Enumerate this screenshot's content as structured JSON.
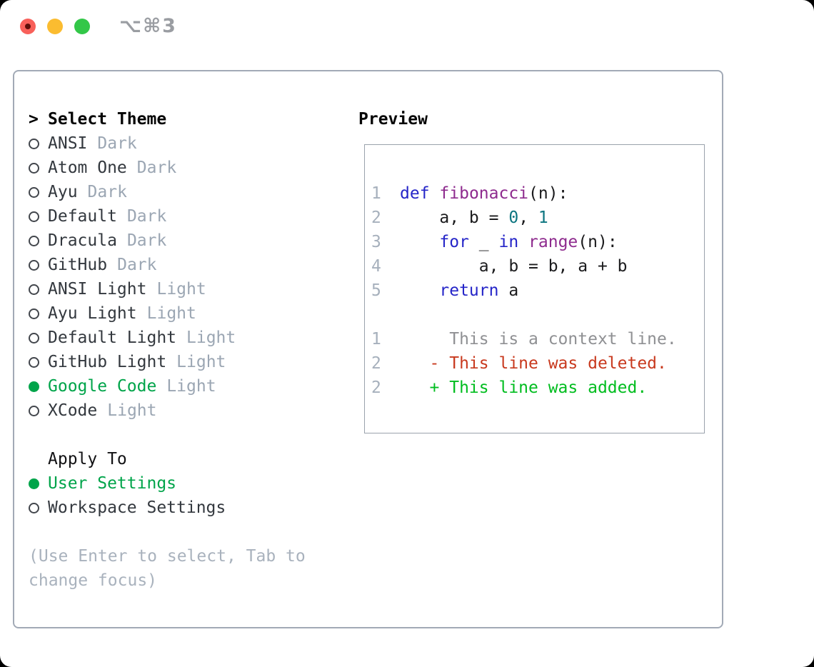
{
  "window": {
    "title": "⌥⌘3"
  },
  "left": {
    "header_prefix": ">",
    "header_label": "Select Theme",
    "themes": [
      {
        "name": "ANSI",
        "variant": "Dark",
        "selected": false
      },
      {
        "name": "Atom One",
        "variant": "Dark",
        "selected": false
      },
      {
        "name": "Ayu",
        "variant": "Dark",
        "selected": false
      },
      {
        "name": "Default",
        "variant": "Dark",
        "selected": false
      },
      {
        "name": "Dracula",
        "variant": "Dark",
        "selected": false
      },
      {
        "name": "GitHub",
        "variant": "Dark",
        "selected": false
      },
      {
        "name": "ANSI Light",
        "variant": "Light",
        "selected": false
      },
      {
        "name": "Ayu Light",
        "variant": "Light",
        "selected": false
      },
      {
        "name": "Default Light",
        "variant": "Light",
        "selected": false
      },
      {
        "name": "GitHub Light",
        "variant": "Light",
        "selected": false
      },
      {
        "name": "Google Code",
        "variant": "Light",
        "selected": true
      },
      {
        "name": "XCode",
        "variant": "Light",
        "selected": false
      }
    ],
    "apply_to": {
      "label": "Apply To",
      "options": [
        {
          "label": "User Settings",
          "selected": true
        },
        {
          "label": "Workspace Settings",
          "selected": false
        }
      ]
    },
    "hint": "(Use Enter to select, Tab to change focus)"
  },
  "preview": {
    "label": "Preview",
    "code_lines": [
      {
        "ln": "1",
        "tokens": [
          {
            "t": "def",
            "c": "kw"
          },
          {
            "t": " ",
            "c": "pln"
          },
          {
            "t": "fibonacci",
            "c": "fn"
          },
          {
            "t": "(n):",
            "c": "pln"
          }
        ]
      },
      {
        "ln": "2",
        "tokens": [
          {
            "t": "    a, b = ",
            "c": "pln"
          },
          {
            "t": "0",
            "c": "lit"
          },
          {
            "t": ", ",
            "c": "pln"
          },
          {
            "t": "1",
            "c": "lit"
          }
        ]
      },
      {
        "ln": "3",
        "tokens": [
          {
            "t": "    ",
            "c": "pln"
          },
          {
            "t": "for",
            "c": "kw"
          },
          {
            "t": " _ ",
            "c": "pln"
          },
          {
            "t": "in",
            "c": "kw"
          },
          {
            "t": " ",
            "c": "pln"
          },
          {
            "t": "range",
            "c": "fn"
          },
          {
            "t": "(n):",
            "c": "pln"
          }
        ]
      },
      {
        "ln": "4",
        "tokens": [
          {
            "t": "        a, b = b, a + b",
            "c": "pln"
          }
        ]
      },
      {
        "ln": "5",
        "tokens": [
          {
            "t": "    ",
            "c": "pln"
          },
          {
            "t": "return",
            "c": "kw"
          },
          {
            "t": " a",
            "c": "pln"
          }
        ]
      }
    ],
    "diff_lines": [
      {
        "ln": "1",
        "type": "context",
        "marker": "",
        "text": "This is a context line."
      },
      {
        "ln": "2",
        "type": "deleted",
        "marker": "-",
        "text": "This line was deleted."
      },
      {
        "ln": "2",
        "type": "added",
        "marker": "+",
        "text": "This line was added."
      }
    ]
  },
  "icons": {
    "close": "close-icon",
    "minimize": "minimize-icon",
    "fullscreen": "fullscreen-icon",
    "unselected": "radio-ring-icon",
    "selected": "radio-dot-icon"
  },
  "colors": {
    "selection_green": "#00a44a",
    "diff_added_green": "#00bd1f",
    "diff_deleted_red": "#c8391e",
    "diff_context_gray": "#8f9093",
    "keyword_blue": "#2525c8",
    "function_purple": "#8e2b8e",
    "literal_teal": "#0c7580",
    "line_number_gray": "#a6b0bc",
    "variant_tag_gray": "#9ba6b3",
    "hint_gray": "#a9b2bd",
    "panel_border": "#a2aab6",
    "traffic_red": "#f8605a",
    "traffic_yellow": "#fbbc30",
    "traffic_green": "#33c748"
  }
}
